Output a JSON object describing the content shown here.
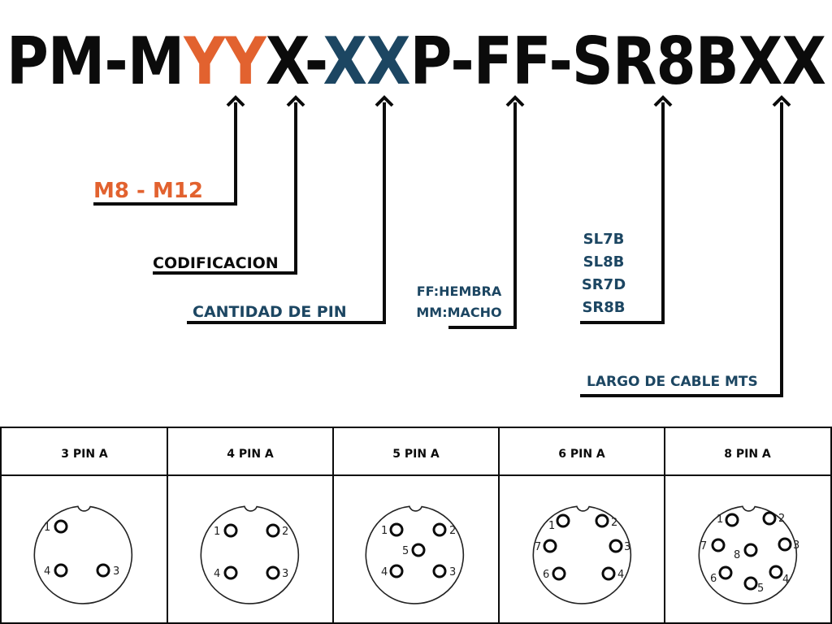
{
  "colors": {
    "black": "#0b0b0b",
    "orange": "#e2622f",
    "navy": "#1c4662"
  },
  "code": {
    "segments": [
      {
        "text": "PM-M",
        "color": "black"
      },
      {
        "text": "YY",
        "color": "orange"
      },
      {
        "text": "X-",
        "color": "black"
      },
      {
        "text": "XX",
        "color": "navy"
      },
      {
        "text": "P-FF-SR8BXX",
        "color": "black"
      }
    ]
  },
  "callouts": {
    "size": "M8 - M12",
    "coding": "CODIFICACION",
    "pin_count": "CANTIDAD DE PIN",
    "gender": [
      "FF:HEMBRA",
      "MM:MACHO"
    ],
    "types": [
      "SL7B",
      "SL8B",
      "SR7D",
      "SR8B"
    ],
    "cable_length": "LARGO DE CABLE MTS"
  },
  "pin_table": {
    "headers": [
      "3 PIN A",
      "4 PIN A",
      "5 PIN A",
      "6 PIN A",
      "8 PIN A"
    ],
    "connectors": [
      {
        "pins": [
          "1",
          "4",
          "3"
        ]
      },
      {
        "pins": [
          "1",
          "2",
          "4",
          "3"
        ]
      },
      {
        "pins": [
          "1",
          "2",
          "5",
          "4",
          "3"
        ]
      },
      {
        "pins": [
          "1",
          "2",
          "7",
          "3",
          "6",
          "4"
        ]
      },
      {
        "pins": [
          "1",
          "2",
          "7",
          "8",
          "3",
          "6",
          "4",
          "5"
        ]
      }
    ]
  }
}
